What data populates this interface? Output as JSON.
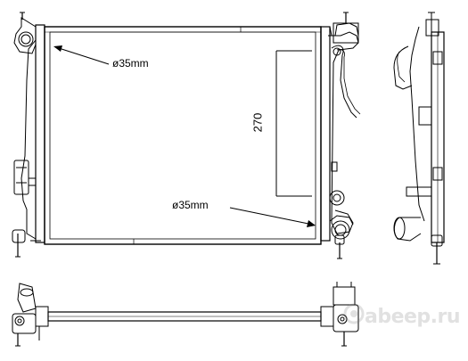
{
  "diagram": {
    "top_inlet_label": "ø35mm",
    "bottom_outlet_label": "ø35mm",
    "tank_height_label": "270",
    "watermark": "abeep.ru"
  }
}
